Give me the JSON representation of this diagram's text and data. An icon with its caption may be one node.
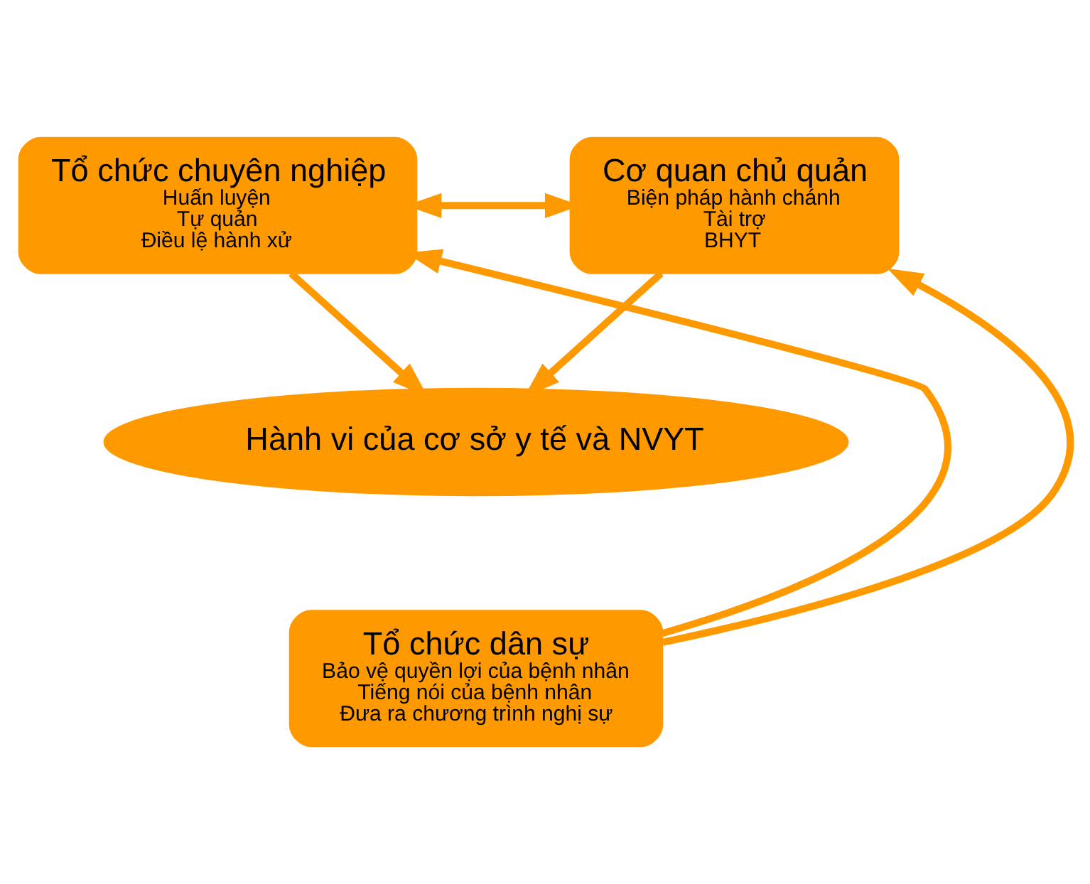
{
  "diagram": {
    "nodes": [
      {
        "text": [
          "Tổ chức chuyên nghiệp",
          "Huấn luyện",
          "Tự quản",
          "Điều lệ hành xử"
        ]
      },
      {
        "text": [
          "Cơ quan chủ quản",
          "Biện pháp hành chánh",
          "Tài trợ",
          "BHYT"
        ]
      },
      {
        "text": [
          "Hành vi của cơ sở y tế và NVYT"
        ]
      },
      {
        "text": [
          "Tổ chức dân sự",
          "Bảo vệ quyền lợi của bệnh nhân",
          "Tiếng nói của bệnh nhân",
          "Đưa ra chương trình nghị sự"
        ]
      }
    ],
    "edges": [
      {
        "from": 0,
        "to": 1,
        "arrow": "both"
      },
      {
        "from": 0,
        "to": 2,
        "arrow": "to"
      },
      {
        "from": 1,
        "to": 2,
        "arrow": "to"
      },
      {
        "from": 3,
        "to": 0,
        "arrow": "to"
      },
      {
        "from": 3,
        "to": 1,
        "arrow": "to"
      }
    ]
  }
}
